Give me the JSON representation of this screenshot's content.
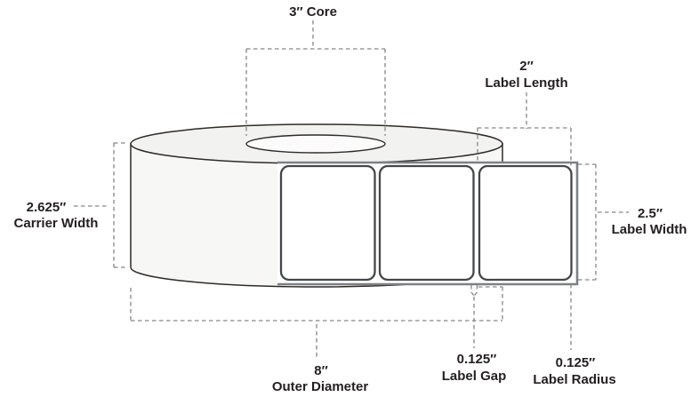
{
  "diagram": {
    "annotations": {
      "core": {
        "text": "3″ Core",
        "value": "3″",
        "label": "Core"
      },
      "label_length": {
        "value": "2″",
        "label": "Label Length"
      },
      "carrier_width": {
        "value": "2.625″",
        "label": "Carrier Width"
      },
      "label_width": {
        "value": "2.5″",
        "label": "Label Width"
      },
      "outer_diameter": {
        "value": "8″",
        "label": "Outer Diameter"
      },
      "label_gap": {
        "value": "0.125″",
        "label": "Label Gap"
      },
      "label_radius": {
        "value": "0.125″",
        "label": "Label Radius"
      }
    }
  },
  "colors": {
    "background": "#ffffff",
    "text": "#231f20",
    "dash": "#85868a",
    "roll_outline": "#2e2b28",
    "roll_top_fill": "#f2f2f1",
    "roll_side_fill": "#f7f7f6",
    "core_fill": "#fbfbfb",
    "strip_stroke": "#7e8083",
    "label_stroke": "#454648",
    "label_fill": "#ffffff"
  }
}
